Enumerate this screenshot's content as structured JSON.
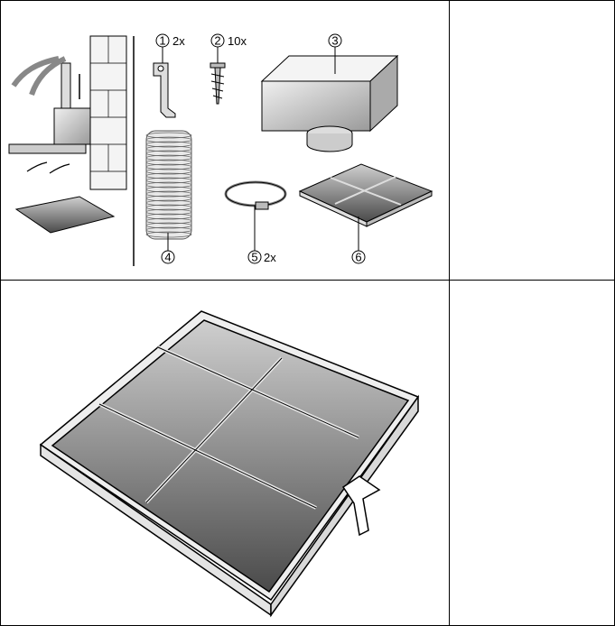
{
  "parts": [
    {
      "number": "1",
      "quantity": "2x"
    },
    {
      "number": "2",
      "quantity": "10x"
    },
    {
      "number": "3",
      "quantity": ""
    },
    {
      "number": "4",
      "quantity": ""
    },
    {
      "number": "5",
      "quantity": "2x"
    },
    {
      "number": "6",
      "quantity": ""
    }
  ]
}
